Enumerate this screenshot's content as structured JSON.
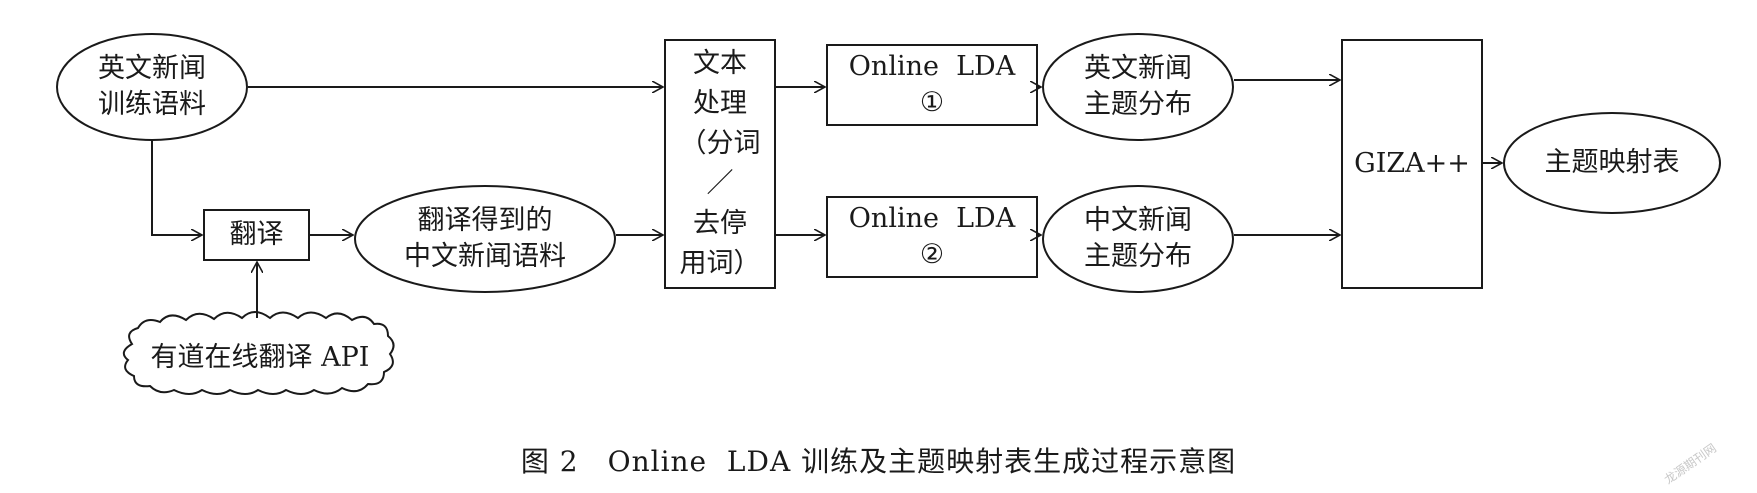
{
  "nodes": {
    "en_corpus": [
      "英文新闻",
      "训练语料"
    ],
    "translate": "翻译",
    "zh_corpus": [
      "翻译得到的",
      "中文新闻语料"
    ],
    "youdao_api": "有道在线翻译 API",
    "text_processing": [
      "文本",
      "处理",
      "（分词",
      "／",
      "去停",
      "用词）"
    ],
    "lda1": [
      "Online  LDA",
      "①"
    ],
    "lda2": [
      "Online  LDA",
      "②"
    ],
    "en_topics": [
      "英文新闻",
      "主题分布"
    ],
    "zh_topics": [
      "中文新闻",
      "主题分布"
    ],
    "giza": "GIZA++",
    "topic_map": "主题映射表"
  },
  "caption": "图 2　Online  LDA 训练及主题映射表生成过程示意图",
  "watermark": "龙源期刊网"
}
